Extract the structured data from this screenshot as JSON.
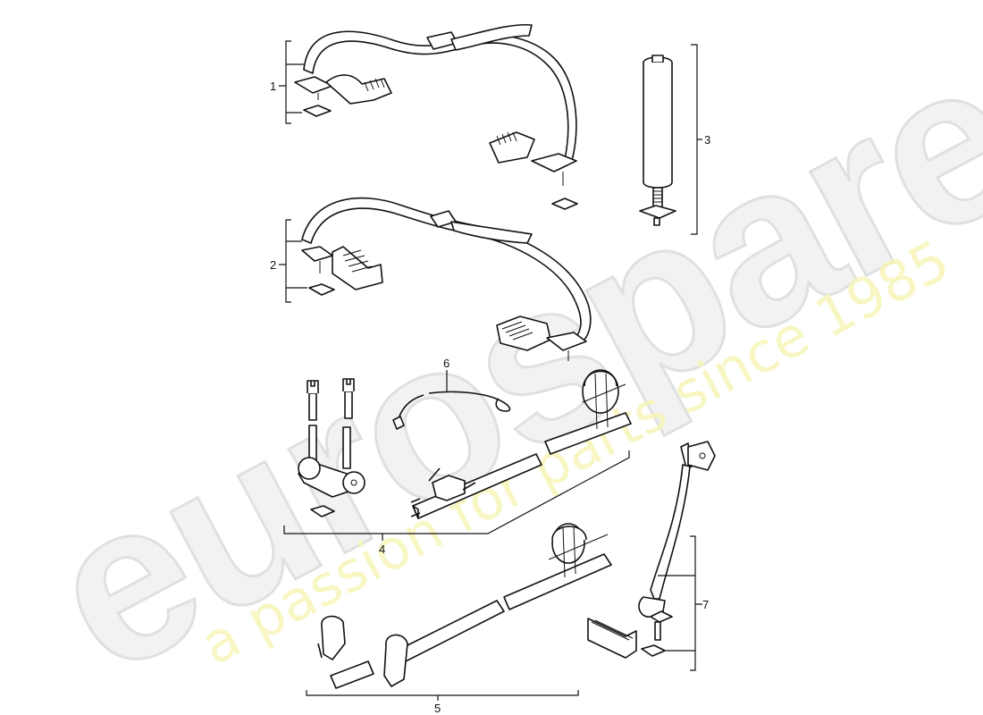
{
  "watermark": {
    "logo": "eurospares",
    "tagline": "a passion for parts since 1985",
    "logo_color": "#f2f2f2",
    "tagline_color": "#f7f5b8"
  },
  "diagram": {
    "line_color": "#111111",
    "background": "#ffffff",
    "callouts": [
      {
        "id": "1",
        "label": "1",
        "part": "ski-holder-strap-assembly-upper"
      },
      {
        "id": "2",
        "label": "2",
        "part": "ski-holder-strap-assembly-lower"
      },
      {
        "id": "3",
        "label": "3",
        "part": "spacer-post-with-bolt"
      },
      {
        "id": "4",
        "label": "4",
        "part": "bicycle-carrier-front-assembly"
      },
      {
        "id": "5",
        "label": "5",
        "part": "bicycle-carrier-rail-assembly"
      },
      {
        "id": "6",
        "label": "6",
        "part": "security-cable"
      },
      {
        "id": "7",
        "label": "7",
        "part": "wheel-holder-arm-assembly"
      }
    ]
  }
}
